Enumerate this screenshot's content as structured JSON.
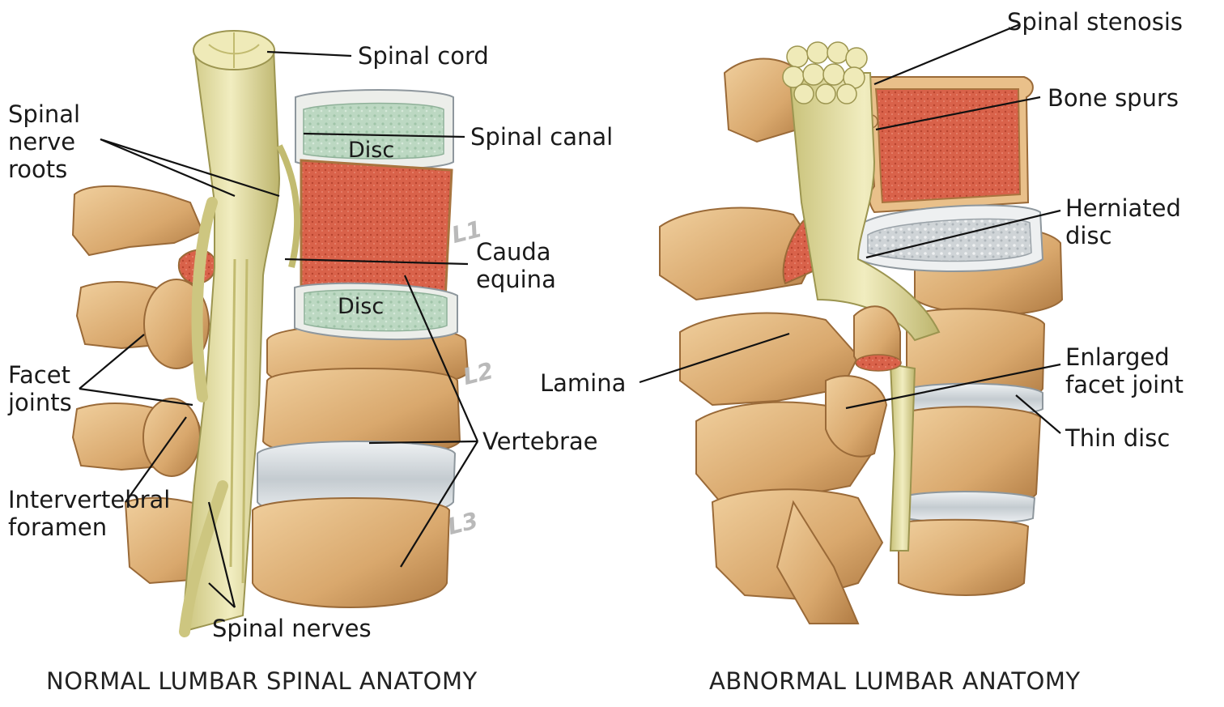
{
  "normal": {
    "caption": "NORMAL LUMBAR SPINAL ANATOMY",
    "labels": {
      "spinal_cord": "Spinal cord",
      "nerve_roots": "Spinal\nnerve\nroots",
      "spinal_canal": "Spinal canal",
      "disc_upper": "Disc",
      "disc_lower": "Disc",
      "cauda_equina": "Cauda\nequina",
      "facet_joints": "Facet\njoints",
      "vertebrae": "Vertebrae",
      "intervertebral_foramen": "Intervertebral\nforamen",
      "spinal_nerves": "Spinal nerves"
    },
    "levels": [
      "L1",
      "L2",
      "L3"
    ]
  },
  "abnormal": {
    "caption": "ABNORMAL LUMBAR ANATOMY",
    "labels": {
      "spinal_stenosis": "Spinal stenosis",
      "bone_spurs": "Bone spurs",
      "herniated_disc": "Herniated\ndisc",
      "lamina": "Lamina",
      "enlarged_facet_joint": "Enlarged\nfacet joint",
      "thin_disc": "Thin disc"
    }
  },
  "colors": {
    "bone": "#dcb07a",
    "bone_dark": "#a8743f",
    "marrow": "#d9624a",
    "nerve": "#e6e2a6",
    "disc_green": "#bcd8c2",
    "disc_gray": "#d5dade",
    "leader": "#111111"
  }
}
